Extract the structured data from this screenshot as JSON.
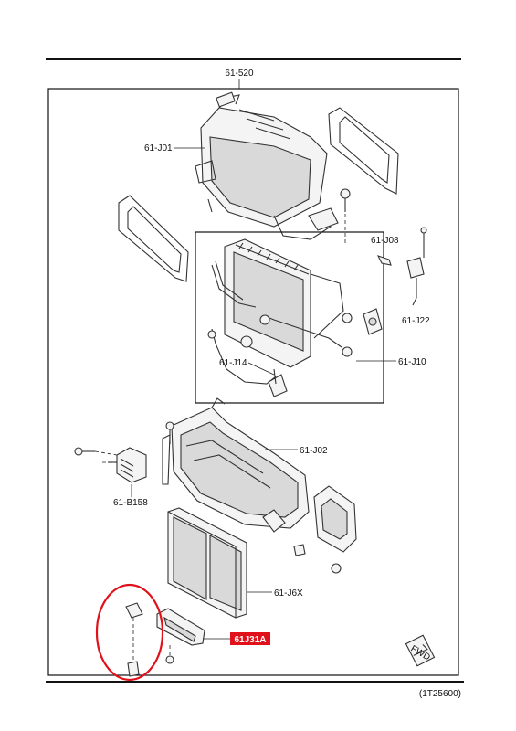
{
  "parts": {
    "p_61_520": "61-520",
    "p_61_J01": "61-J01",
    "p_61_J08": "61-J08",
    "p_61_J22": "61-J22",
    "p_61_J10": "61-J10",
    "p_61_J14": "61-J14",
    "p_61_J02": "61-J02",
    "p_61_B158": "61-B158",
    "p_61_J6X": "61-J6X",
    "p_61J31A": "61J31A"
  },
  "figure_code": "(1T25600)",
  "fwd_label": "FWD",
  "colors": {
    "highlight_red": "#e0111b",
    "line": "#333333",
    "background": "#ffffff"
  }
}
